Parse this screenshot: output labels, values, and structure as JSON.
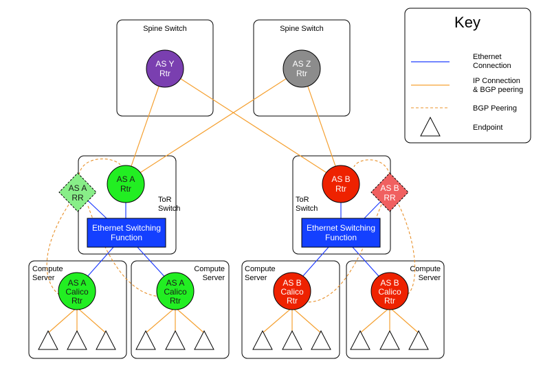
{
  "spine_switch_label": "Spine Switch",
  "tor_switch_label_line1": "ToR",
  "tor_switch_label_line2": "Switch",
  "compute_server_label_line1": "Compute",
  "compute_server_label_line2": "Server",
  "ethernet_switching_line1": "Ethernet Switching",
  "ethernet_switching_line2": "Function",
  "nodes": {
    "as_y_rtr": [
      "AS Y",
      "Rtr"
    ],
    "as_z_rtr": [
      "AS Z",
      "Rtr"
    ],
    "as_a_rtr": [
      "AS A",
      "Rtr"
    ],
    "as_b_rtr": [
      "AS B",
      "Rtr"
    ],
    "as_a_rr": [
      "AS A",
      "RR"
    ],
    "as_b_rr": [
      "AS B",
      "RR"
    ],
    "as_a_calico": [
      "AS A",
      "Calico",
      "Rtr"
    ],
    "as_b_calico": [
      "AS B",
      "Calico",
      "Rtr"
    ]
  },
  "key": {
    "title": "Key",
    "ethernet": [
      "Ethernet",
      "Connection"
    ],
    "ip_bgp": [
      "IP Connection",
      "& BGP peering"
    ],
    "bgp": "BGP Peering",
    "endpoint": "Endpoint"
  },
  "colors": {
    "ethernet_line": "#1f3cff",
    "ip_line": "#f5a030",
    "bgp_dashed": "#e8902a",
    "green_node": "#22ee22",
    "red_node": "#ee2200",
    "purple_node": "#7a3fb0",
    "gray_node": "#8c8c8c",
    "switch_fill": "#1440ff",
    "rr_green": "#88ee88",
    "rr_red": "#f06060"
  }
}
